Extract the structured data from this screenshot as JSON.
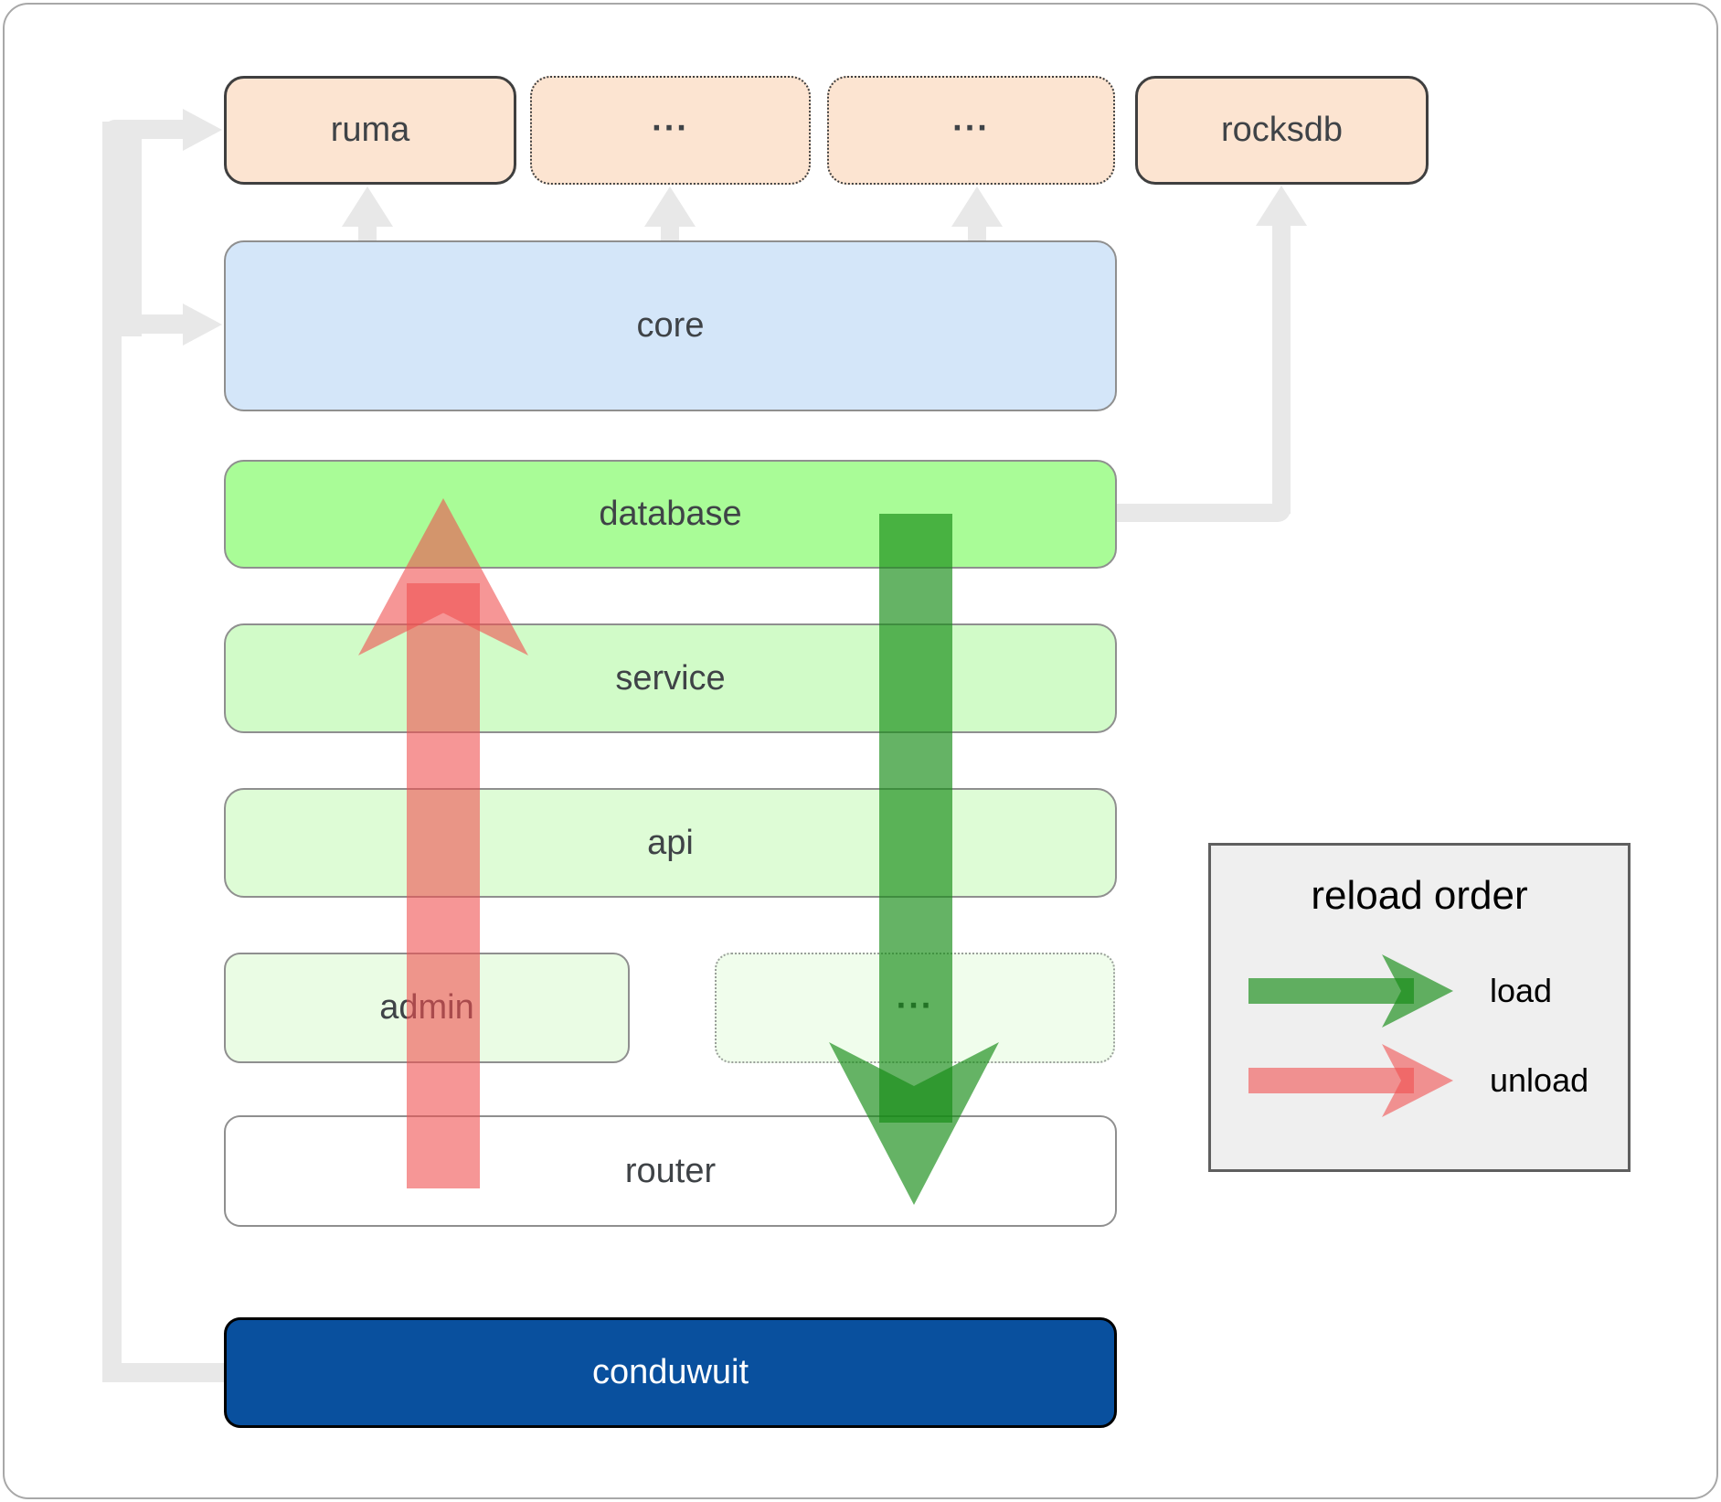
{
  "nodes": {
    "ruma": "ruma",
    "ellipsis_top_1": "...",
    "ellipsis_top_2": "...",
    "rocksdb": "rocksdb",
    "core": "core",
    "database": "database",
    "service": "service",
    "api": "api",
    "admin": "admin",
    "ellipsis_admin": "...",
    "router": "router",
    "conduwuit": "conduwuit"
  },
  "legend": {
    "title": "reload order",
    "items": [
      {
        "label": "load"
      },
      {
        "label": "unload"
      }
    ]
  },
  "colors": {
    "load_arrow_green": "#158c15",
    "unload_arrow_red": "#f05050",
    "edge_gray": "#e8e8e8",
    "peach_fill": "#fce4d1",
    "core_fill": "#d4e6f9",
    "database_fill": "#a9fc97",
    "service_fill": "#d1fbc8",
    "api_fill": "#defcd6",
    "admin_fill": "#eafce4",
    "router_fill": "#ffffff",
    "conduwuit_fill": "#09509e",
    "legend_bg": "#efefef"
  }
}
